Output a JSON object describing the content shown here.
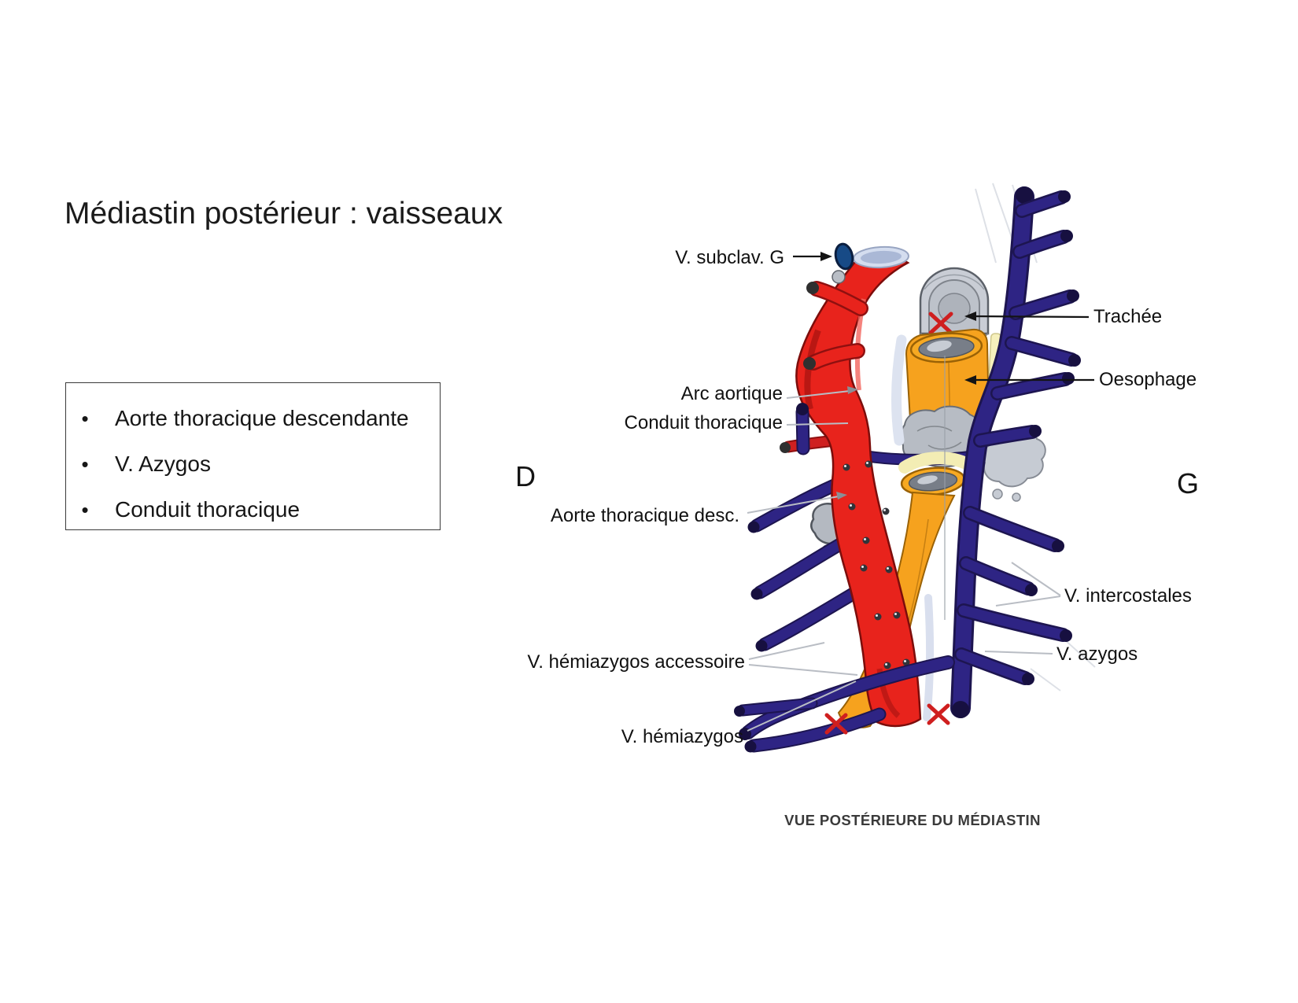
{
  "slide": {
    "title": "Médiastin postérieur : vaisseaux",
    "bullets": [
      "Aorte thoracique descendante",
      "V. Azygos",
      "Conduit thoracique"
    ]
  },
  "figure": {
    "orientation": {
      "left": "D",
      "right": "G"
    },
    "caption": "VUE POSTÉRIEURE DU MÉDIASTIN",
    "labels": {
      "subclav": "V. subclav. G",
      "trachee": "Trachée",
      "oesophage": "Oesophage",
      "arc_aortique": "Arc aortique",
      "conduit_thoracique": "Conduit thoracique",
      "aorte_desc": "Aorte thoracique desc.",
      "intercostales": "V. intercostales",
      "azygos": "V. azygos",
      "hemiazygos_accessoire": "V. hémiazygos accessoire",
      "hemiazygos": "V. hémiazygos"
    },
    "colors": {
      "aorta": "#e8231c",
      "esophagus": "#f6a21e",
      "vein": "#2e2484",
      "trachea": "#c9cdd5",
      "thoracic_duct": "#dde3f0",
      "cross_mark": "#d42020"
    }
  }
}
